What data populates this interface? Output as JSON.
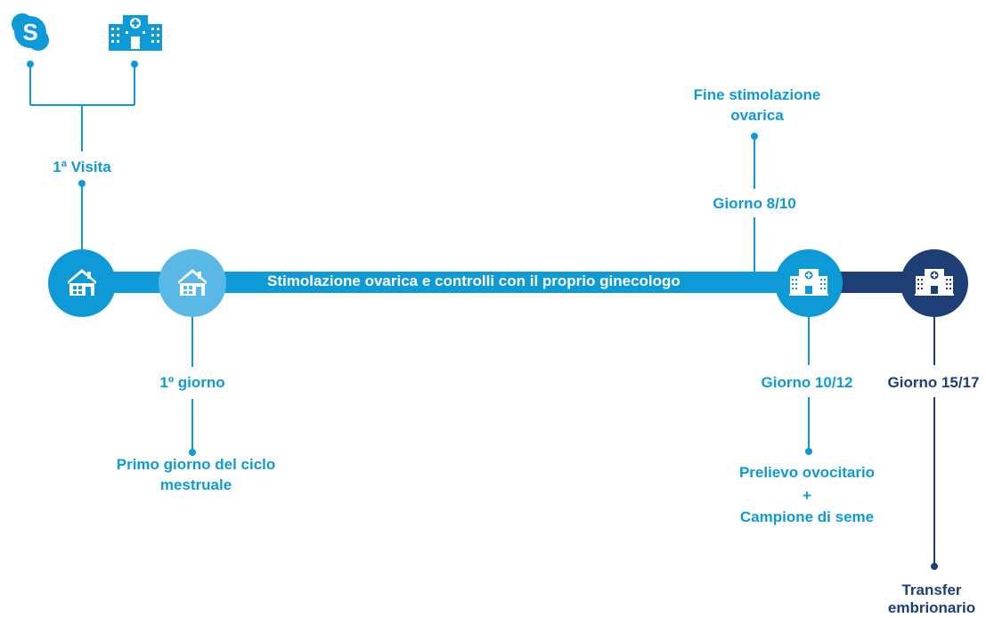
{
  "top_icons": {
    "left": "skype-icon",
    "right": "hospital-icon"
  },
  "labels": {
    "first_visit": "1ª Visita",
    "day_one": "1º giorno",
    "day_one_desc_1": "Primo giorno del ciclo",
    "day_one_desc_2": "mestruale",
    "stim_end_1": "Fine stimolazione",
    "stim_end_2": "ovarica",
    "day_8_10": "Giorno 8/10",
    "day_10_12": "Giorno 10/12",
    "retrieval_1": "Prelievo ovocitario",
    "retrieval_plus": "+",
    "retrieval_2": "Campione di seme",
    "day_15_17": "Giorno 15/17",
    "transfer_1": "Transfer",
    "transfer_2": "embrionario"
  },
  "band_text": "Stimolazione ovarica e controlli con il proprio ginecologo",
  "colors": {
    "primary": "#0d9ad6",
    "light": "#5ab8e6",
    "dark": "#1e3f75"
  }
}
